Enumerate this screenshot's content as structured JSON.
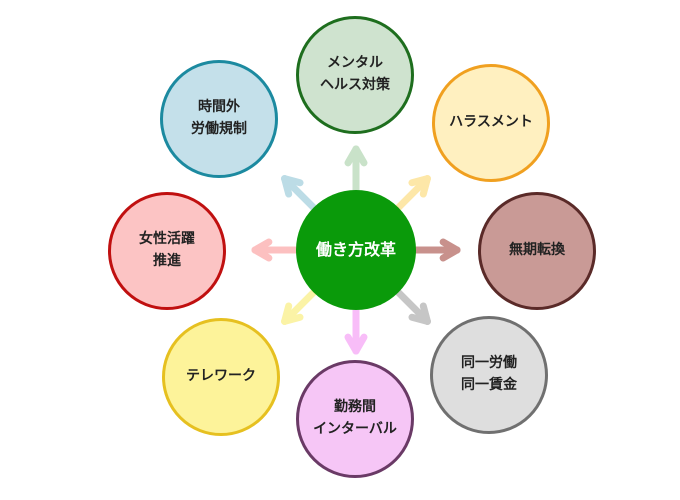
{
  "diagram": {
    "center": {
      "label": "働き方改革",
      "fill": "#0a9a0a"
    },
    "nodes": [
      {
        "id": "mental",
        "label": "メンタル\nヘルス対策",
        "fill": "#cfe3cf",
        "border": "#1e6e1e",
        "arrow": "#c9e2c9"
      },
      {
        "id": "harassment",
        "label": "ハラスメント",
        "fill": "#fff0c0",
        "border": "#f0a020",
        "arrow": "#fde7a8"
      },
      {
        "id": "mukiten",
        "label": "無期転換",
        "fill": "#c99a96",
        "border": "#5a2a28",
        "arrow": "#c8918c"
      },
      {
        "id": "douitsu",
        "label": "同一労働\n同一賃金",
        "fill": "#dedede",
        "border": "#707070",
        "arrow": "#c6c6c6"
      },
      {
        "id": "kinmu",
        "label": "勤務間\nインターバル",
        "fill": "#f6c6f6",
        "border": "#6a3a66",
        "arrow": "#f8bdf8"
      },
      {
        "id": "telework",
        "label": "テレワーク",
        "fill": "#fdf39a",
        "border": "#e6c020",
        "arrow": "#fbf3a6"
      },
      {
        "id": "josei",
        "label": "女性活躍\n推進",
        "fill": "#fcc4c4",
        "border": "#c01010",
        "arrow": "#fcc0c0"
      },
      {
        "id": "jikangai",
        "label": "時間外\n労働規制",
        "fill": "#c4e0ea",
        "border": "#1c8aa0",
        "arrow": "#bcdce6"
      }
    ]
  }
}
